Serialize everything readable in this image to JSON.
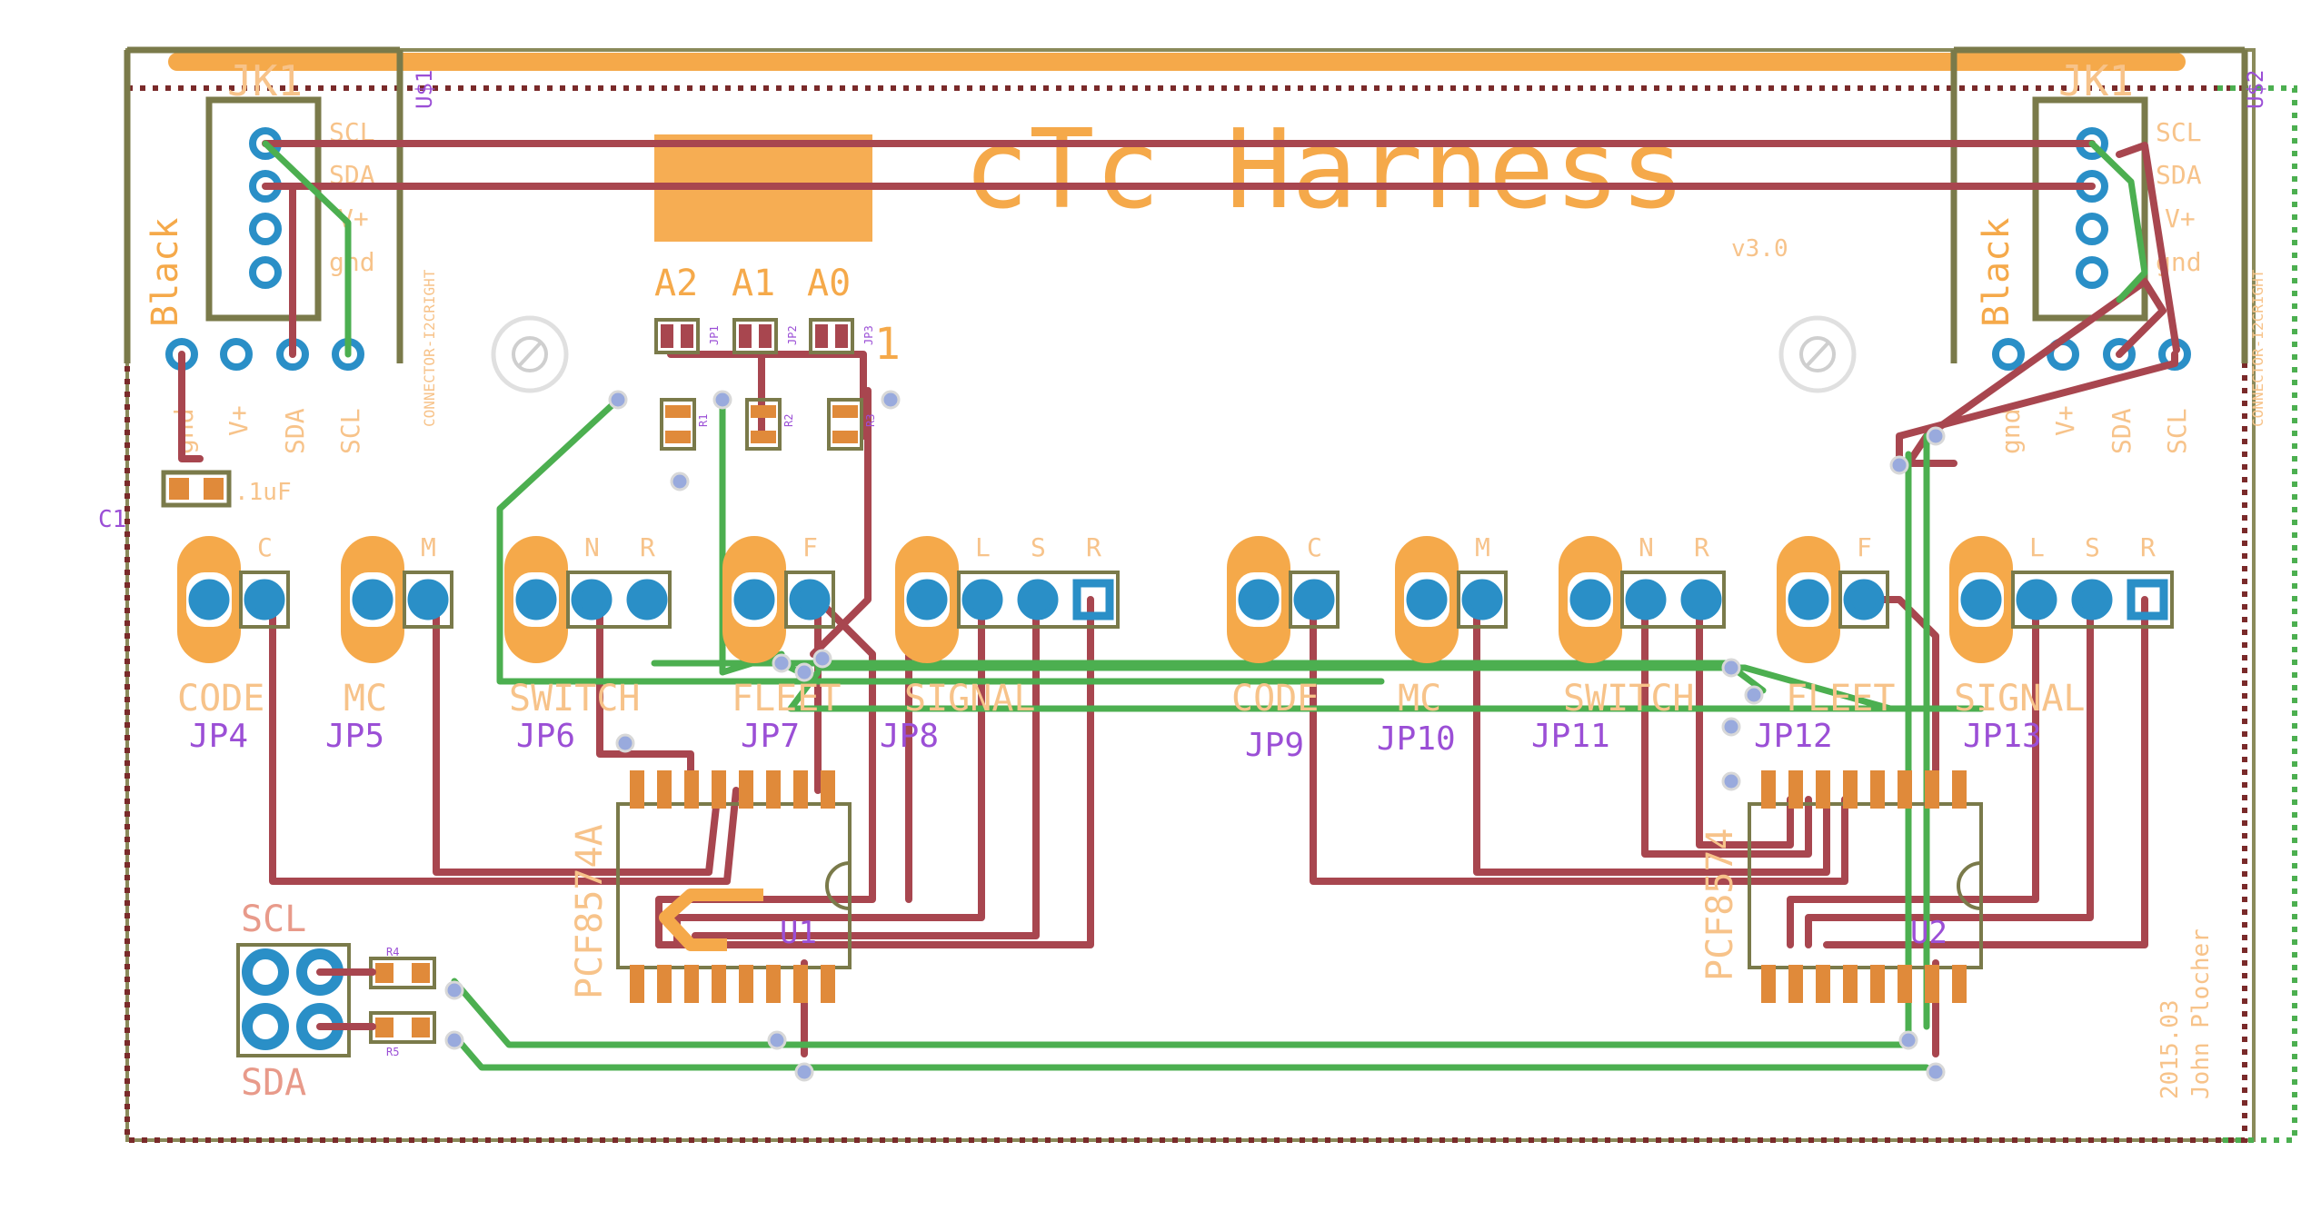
{
  "board": {
    "title": "cTc Harness",
    "version": "v3.0",
    "date": "2015.03",
    "author": "John Plocher"
  },
  "address_jumpers": {
    "labels": [
      "A2",
      "A1",
      "A0"
    ],
    "refs": [
      "JP1",
      "JP2",
      "JP3"
    ],
    "pin1_mark": "1",
    "resistors": [
      "R1",
      "R2",
      "R3"
    ]
  },
  "connectors": {
    "left": {
      "ref": "JK1",
      "part": "U$1",
      "pins": [
        "SCL",
        "SDA",
        "V+",
        "gnd"
      ],
      "side_label": "Black",
      "bottom_pins": [
        "gnd",
        "V+",
        "SDA",
        "SCL"
      ],
      "package": "CONNECTOR-I2CRIGHT"
    },
    "right": {
      "ref": "JK1",
      "part": "U$2",
      "pins": [
        "SCL",
        "SDA",
        "V+",
        "gnd"
      ],
      "side_label": "Black",
      "bottom_pins": [
        "gnd",
        "V+",
        "SDA",
        "SCL"
      ],
      "package": "CONNECTOR-I2CRIGHT"
    }
  },
  "capacitor": {
    "ref": "C1",
    "value": ".1uF"
  },
  "headers_left": [
    {
      "ref": "JP4",
      "label": "CODE",
      "pins": [
        "C"
      ]
    },
    {
      "ref": "JP5",
      "label": "MC",
      "pins": [
        "M"
      ]
    },
    {
      "ref": "JP6",
      "label": "SWITCH",
      "pins": [
        "N",
        "R"
      ]
    },
    {
      "ref": "JP7",
      "label": "FLEET",
      "pins": [
        "F"
      ]
    },
    {
      "ref": "JP8",
      "label": "SIGNAL",
      "pins": [
        "L",
        "S",
        "R"
      ]
    }
  ],
  "headers_right": [
    {
      "ref": "JP9",
      "label": "CODE",
      "pins": [
        "C"
      ]
    },
    {
      "ref": "JP10",
      "label": "MC",
      "pins": [
        "M"
      ]
    },
    {
      "ref": "JP11",
      "label": "SWITCH",
      "pins": [
        "N",
        "R"
      ]
    },
    {
      "ref": "JP12",
      "label": "FLEET",
      "pins": [
        "F"
      ]
    },
    {
      "ref": "JP13",
      "label": "SIGNAL",
      "pins": [
        "L",
        "S",
        "R"
      ]
    }
  ],
  "chips": [
    {
      "ref": "U1",
      "part": "PCF8574A"
    },
    {
      "ref": "U2",
      "part": "PCF8574"
    }
  ],
  "i2c_header": {
    "top_label": "SCL",
    "bottom_label": "SDA",
    "resistors": [
      "R4",
      "R5"
    ]
  },
  "colors": {
    "copper_top": "#a8464f",
    "copper_bottom": "#4caf50",
    "silkscreen": "#f5a94a",
    "pad": "#2a8fc7",
    "name_layer": "#9b4fd6",
    "outline": "#7a7a4a"
  }
}
